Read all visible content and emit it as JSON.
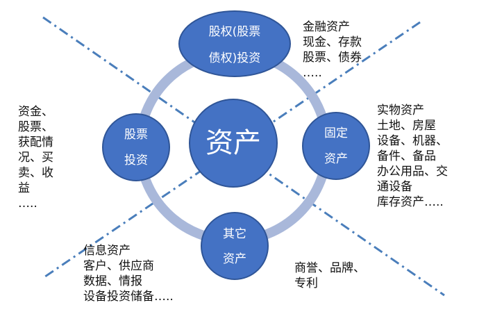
{
  "colors": {
    "node_fill": "#4472C4",
    "node_edge": "#2F5597",
    "ring": "#A9B8DA",
    "dash_line": "#4A7EBB",
    "text": "#111111"
  },
  "nodes": {
    "center": {
      "line1": "资产"
    },
    "top": {
      "line1": "股权(股票",
      "line2": "债权)投资"
    },
    "left": {
      "line1": "股票",
      "line2": "投资"
    },
    "right": {
      "line1": "固定",
      "line2": "资产"
    },
    "bottom": {
      "line1": "其它",
      "line2": "资产"
    }
  },
  "notes": {
    "top_right": [
      "金融资产",
      "现金、存款",
      "股票、债券",
      "….."
    ],
    "right": [
      "实物资产",
      "土地、房屋",
      "设备、机器、",
      "备件、备品",
      "办公用品、交",
      "通设备",
      "库存资产….."
    ],
    "left": [
      "资金、",
      "股票、",
      "获配情",
      "况、买",
      "卖、收",
      "益",
      "….."
    ],
    "bottom_left": [
      "信息资产",
      "客户、供应商",
      "数据、情报",
      "设备投资储备….."
    ],
    "bottom_right": [
      "商誉、品牌、",
      "专利"
    ]
  }
}
